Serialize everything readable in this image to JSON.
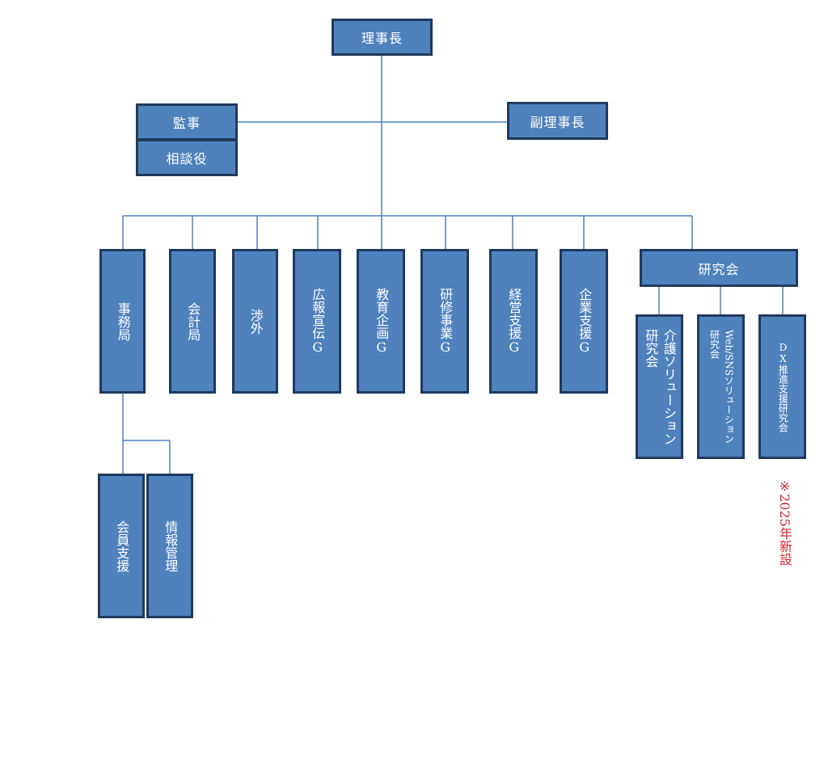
{
  "org": {
    "chairman": "理事長",
    "auditor": "監事",
    "advisor": "相談役",
    "vice_chairman": "副理事長",
    "secretariat": "事務局",
    "accounting": "会計局",
    "external": "渉外",
    "pr": "広報宣伝G",
    "education": "教育企画G",
    "training": "研修事業G",
    "management": "経営支援G",
    "enterprise": "企業支援G",
    "study_group": "研究会",
    "member_support": "会員支援",
    "info_management": "情報管理",
    "care_solution_line1": "介護ソリューション",
    "care_solution_line2": "研究会",
    "web_sns_line1": "Web/SNSソリューション",
    "web_sns_line2": "研究会",
    "dx_line1": "DX推進支援研究会"
  },
  "note": "※2025年新設",
  "colors": {
    "box_fill": "#4f81bd",
    "box_border": "#1f3a5c",
    "line": "#4f81bd",
    "note": "#d0262e"
  }
}
